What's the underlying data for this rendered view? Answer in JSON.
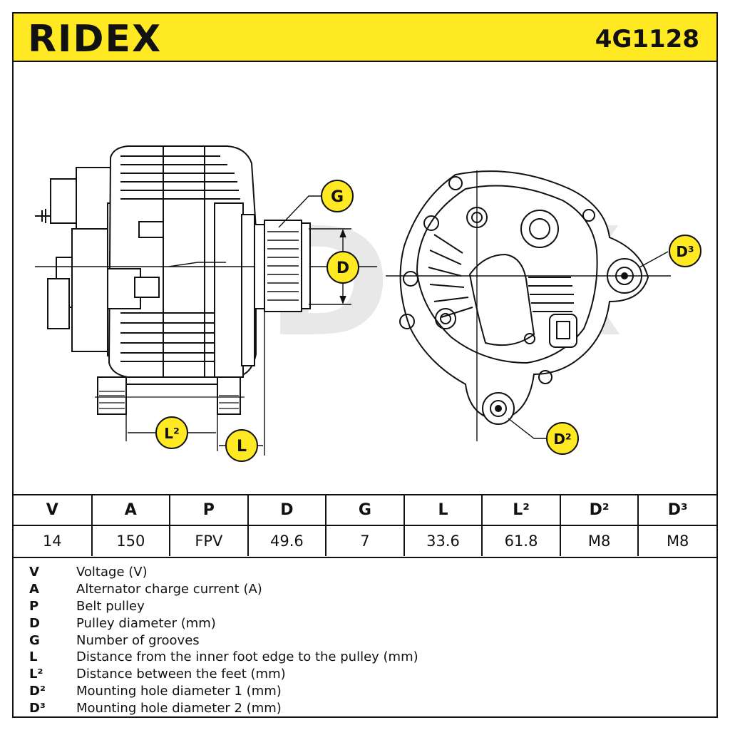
{
  "header": {
    "brand": "RIDEX",
    "part_number": "4G1128"
  },
  "drawing": {
    "watermark": "RIDEX",
    "callouts": {
      "G": "G",
      "D": "D",
      "D3": "D³",
      "D2": "D²",
      "L2": "L²",
      "L": "L"
    }
  },
  "specs": {
    "headers": [
      "V",
      "A",
      "P",
      "D",
      "G",
      "L",
      "L²",
      "D²",
      "D³"
    ],
    "values": [
      "14",
      "150",
      "FPV",
      "49.6",
      "7",
      "33.6",
      "61.8",
      "M8",
      "M8"
    ]
  },
  "legend": [
    {
      "key": "V",
      "desc": "Voltage (V)"
    },
    {
      "key": "A",
      "desc": "Alternator charge current (A)"
    },
    {
      "key": "P",
      "desc": "Belt pulley"
    },
    {
      "key": "D",
      "desc": "Pulley diameter (mm)"
    },
    {
      "key": "G",
      "desc": "Number of grooves"
    },
    {
      "key": "L",
      "desc": "Distance from the inner foot edge to the pulley (mm)"
    },
    {
      "key": "L²",
      "desc": "Distance between the feet (mm)"
    },
    {
      "key": "D²",
      "desc": "Mounting hole diameter 1 (mm)"
    },
    {
      "key": "D³",
      "desc": "Mounting hole diameter 2 (mm)"
    }
  ],
  "colors": {
    "brand_yellow": "#ffe923",
    "line": "#111111",
    "watermark": "#e6e6e6"
  }
}
